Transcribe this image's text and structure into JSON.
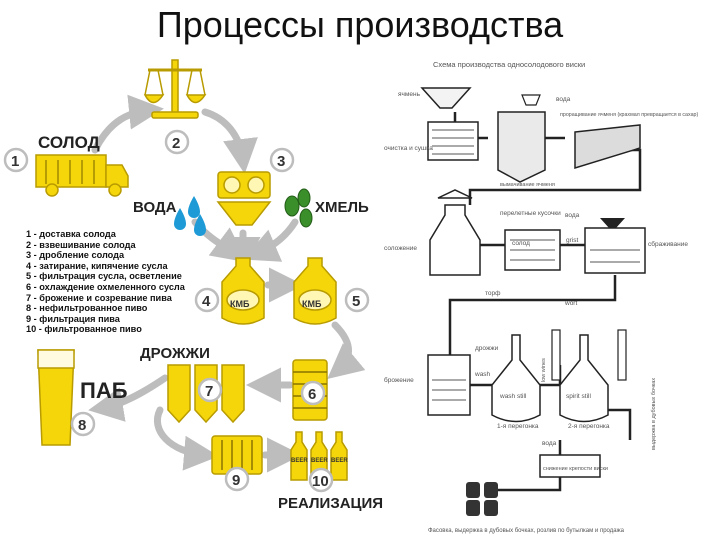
{
  "title": "Процессы производства",
  "left": {
    "solod": "СОЛОД",
    "voda": "ВОДА",
    "hmel": "ХМЕЛЬ",
    "drozhzhi": "ДРОЖЖИ",
    "pab": "ПАБ",
    "realizaciya": "РЕАЛИЗАЦИЯ",
    "kmb": "КМБ",
    "beer": "BEER",
    "numbers": [
      "1",
      "2",
      "3",
      "4",
      "5",
      "6",
      "7",
      "8",
      "9",
      "10"
    ],
    "legend": [
      "1 - доставка солода",
      "2 - взвешивание солода",
      "3 - дробление солода",
      "4 - затирание, кипячение сусла",
      "5 - фильтрация сусла, осветление",
      "6 - охлаждение охмеленного сусла",
      "7 - брожение и созревание пива",
      "8 - нефильтрованное пиво",
      "9 - фильтрация пива",
      "10 - фильтрованное пиво"
    ]
  },
  "right": {
    "scheme_title": "Схема производства односолодового виски",
    "labels": {
      "yachmen": "ячмень",
      "voda_top": "вода",
      "ochistka": "очистка и сушка",
      "vymachivanie": "вымачивание ячменя",
      "prorashchivanie": "проращивание ячменя (крахмал превращается в сахар)",
      "pereletnye": "перелетные кусочки",
      "voda_mid": "вода",
      "soloshenie": "соложение",
      "solod": "солод",
      "grist": "grist",
      "sbrazhivanie": "сбраживание",
      "torf": "торф",
      "wort": "wort",
      "drozhzhi": "дрожжи",
      "brozhenie": "брожение",
      "wash": "wash",
      "wash_still": "wash still",
      "spirit_still": "spirit still",
      "peregonka1": "1-я перегонка",
      "peregonka2": "2-я перегонка",
      "voda_low": "вода",
      "fraction": "low wines",
      "kreposti": "снижение крепости виски",
      "vyderzhka": "выдержка в дубовых бочках",
      "footer": "Фасовка, выдержка в дубовых бочках, розлив по бутылкам и продажа"
    }
  },
  "colors": {
    "yellow": "#f5d60a",
    "yellow_dark": "#b89b00",
    "blue": "#1e9ad6",
    "green": "#3a8f2a",
    "arrow": "#bdbdbd"
  }
}
